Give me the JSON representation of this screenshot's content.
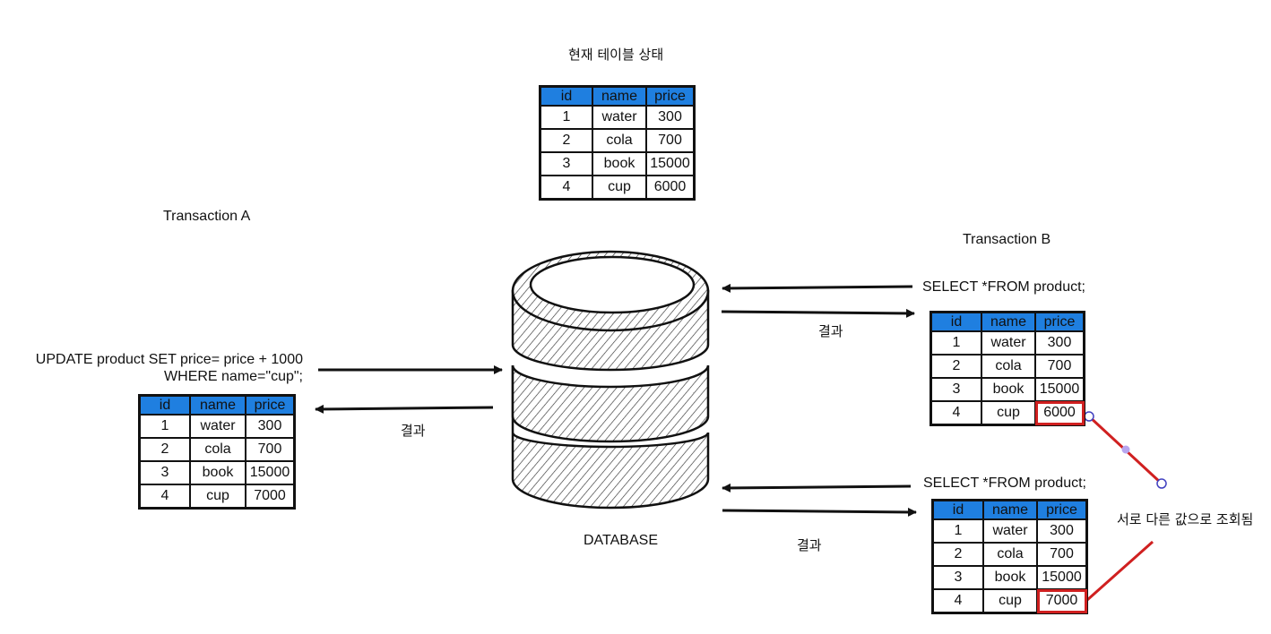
{
  "current_state": {
    "title": "현재 테이블 상태",
    "columns": [
      "id",
      "name",
      "price"
    ],
    "rows": [
      [
        "1",
        "water",
        "300"
      ],
      [
        "2",
        "cola",
        "700"
      ],
      [
        "3",
        "book",
        "15000"
      ],
      [
        "4",
        "cup",
        "6000"
      ]
    ]
  },
  "transaction_a": {
    "title": "Transaction A",
    "query_line1": "UPDATE product SET price= price + 1000",
    "query_line2": "WHERE name=\"cup\";",
    "result_label": "결과",
    "columns": [
      "id",
      "name",
      "price"
    ],
    "rows": [
      [
        "1",
        "water",
        "300"
      ],
      [
        "2",
        "cola",
        "700"
      ],
      [
        "3",
        "book",
        "15000"
      ],
      [
        "4",
        "cup",
        "7000"
      ]
    ]
  },
  "database": {
    "label": "DATABASE"
  },
  "transaction_b": {
    "title": "Transaction B",
    "query1": "SELECT *FROM product;",
    "result1_label": "결과",
    "result1": {
      "columns": [
        "id",
        "name",
        "price"
      ],
      "rows": [
        [
          "1",
          "water",
          "300"
        ],
        [
          "2",
          "cola",
          "700"
        ],
        [
          "3",
          "book",
          "15000"
        ],
        [
          "4",
          "cup",
          "6000"
        ]
      ]
    },
    "query2": "SELECT *FROM product;",
    "result2_label": "결과",
    "result2": {
      "columns": [
        "id",
        "name",
        "price"
      ],
      "rows": [
        [
          "1",
          "water",
          "300"
        ],
        [
          "2",
          "cola",
          "700"
        ],
        [
          "3",
          "book",
          "15000"
        ],
        [
          "4",
          "cup",
          "7000"
        ]
      ]
    }
  },
  "annotation": {
    "text": "서로 다른 값으로 조회됨"
  },
  "colors": {
    "header": "#1f7fe0",
    "highlight": "#d02020",
    "ink": "#111111"
  }
}
